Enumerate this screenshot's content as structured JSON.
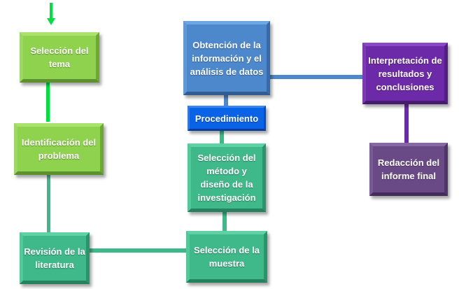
{
  "nodes": {
    "seleccion_tema": "Selección del tema",
    "identificacion": "Identificación del problema",
    "revision": "Revisión de la literatura",
    "seleccion_muestra": "Selección de la muestra",
    "seleccion_metodo": "Selección del método y diseño de la investigación",
    "procedimiento": "Procedimiento",
    "obtencion": "Obtención de la información y el análisis de datos",
    "interpretacion": "Interpretación de resultados y conclusiones",
    "redaccion": "Redacción del informe final"
  },
  "colors": {
    "arrow": "#00e040",
    "lime": "#8fd24e",
    "teal": "#3fb98a",
    "blue": "#4d88cc",
    "procedimiento": "#0a62e6",
    "purple": "#6d2aa8",
    "muted_purple": "#6a4a86"
  }
}
